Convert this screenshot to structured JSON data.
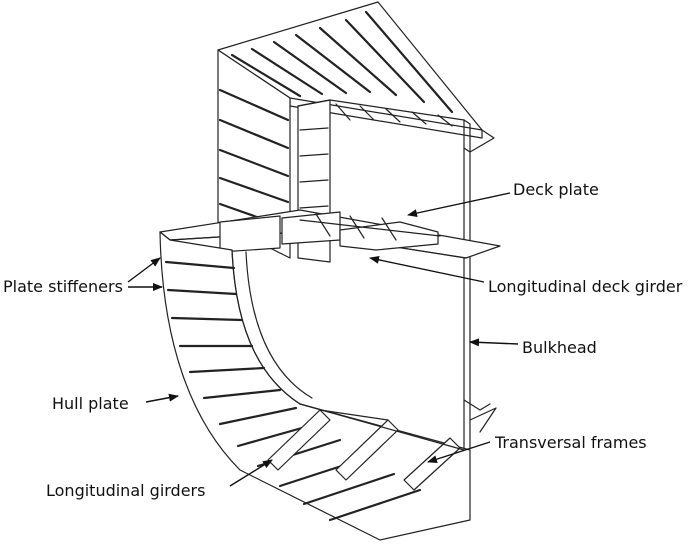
{
  "labels": {
    "deck_plate": "Deck plate",
    "longitudinal_deck_girder": "Longitudinal deck girder",
    "plate_stiffeners": "Plate stiffeners",
    "bulkhead": "Bulkhead",
    "hull_plate": "Hull plate",
    "transversal_frames": "Transversal frames",
    "longitudinal_girders": "Longitudinal girders"
  },
  "colors": {
    "line": "#222222",
    "background": "#ffffff"
  }
}
